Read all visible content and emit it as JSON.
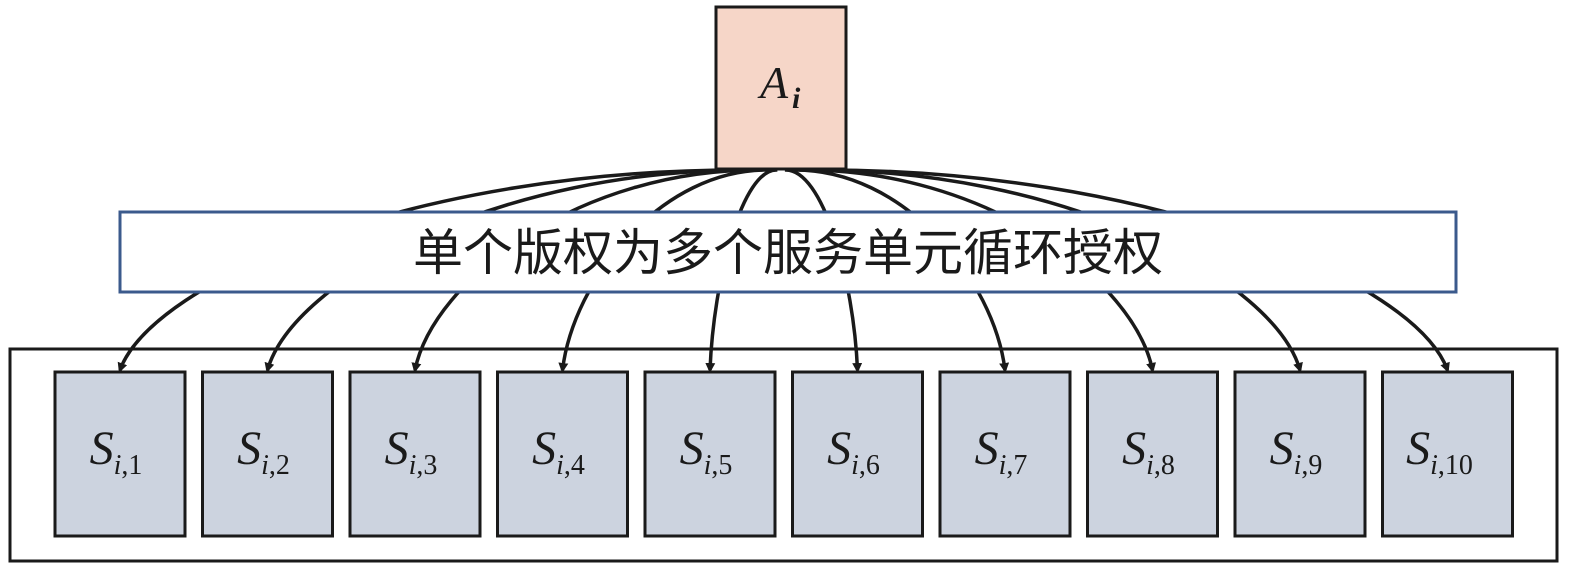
{
  "diagram": {
    "source": {
      "main": "A",
      "sub": "i",
      "fill": "#f6d6c8"
    },
    "banner": {
      "text": "单个版权为多个服务单元循环授权",
      "border_color": "#3b5a8c"
    },
    "targets": {
      "fill": "#ccd3df",
      "items": [
        {
          "main": "S",
          "sub_italic": "i",
          "sub_index": ",1"
        },
        {
          "main": "S",
          "sub_italic": "i",
          "sub_index": ",2"
        },
        {
          "main": "S",
          "sub_italic": "i",
          "sub_index": ",3"
        },
        {
          "main": "S",
          "sub_italic": "i",
          "sub_index": ",4"
        },
        {
          "main": "S",
          "sub_italic": "i",
          "sub_index": ",5"
        },
        {
          "main": "S",
          "sub_italic": "i",
          "sub_index": ",6"
        },
        {
          "main": "S",
          "sub_italic": "i",
          "sub_index": ",7"
        },
        {
          "main": "S",
          "sub_italic": "i",
          "sub_index": ",8"
        },
        {
          "main": "S",
          "sub_italic": "i",
          "sub_index": ",9"
        },
        {
          "main": "S",
          "sub_italic": "i",
          "sub_index": ",10"
        }
      ]
    },
    "edges": [
      {
        "from": "A_i",
        "to": "S_i,1"
      },
      {
        "from": "A_i",
        "to": "S_i,2"
      },
      {
        "from": "A_i",
        "to": "S_i,3"
      },
      {
        "from": "A_i",
        "to": "S_i,4"
      },
      {
        "from": "A_i",
        "to": "S_i,5"
      },
      {
        "from": "A_i",
        "to": "S_i,6"
      },
      {
        "from": "A_i",
        "to": "S_i,7"
      },
      {
        "from": "A_i",
        "to": "S_i,8"
      },
      {
        "from": "A_i",
        "to": "S_i,9"
      },
      {
        "from": "A_i",
        "to": "S_i,10"
      }
    ]
  }
}
